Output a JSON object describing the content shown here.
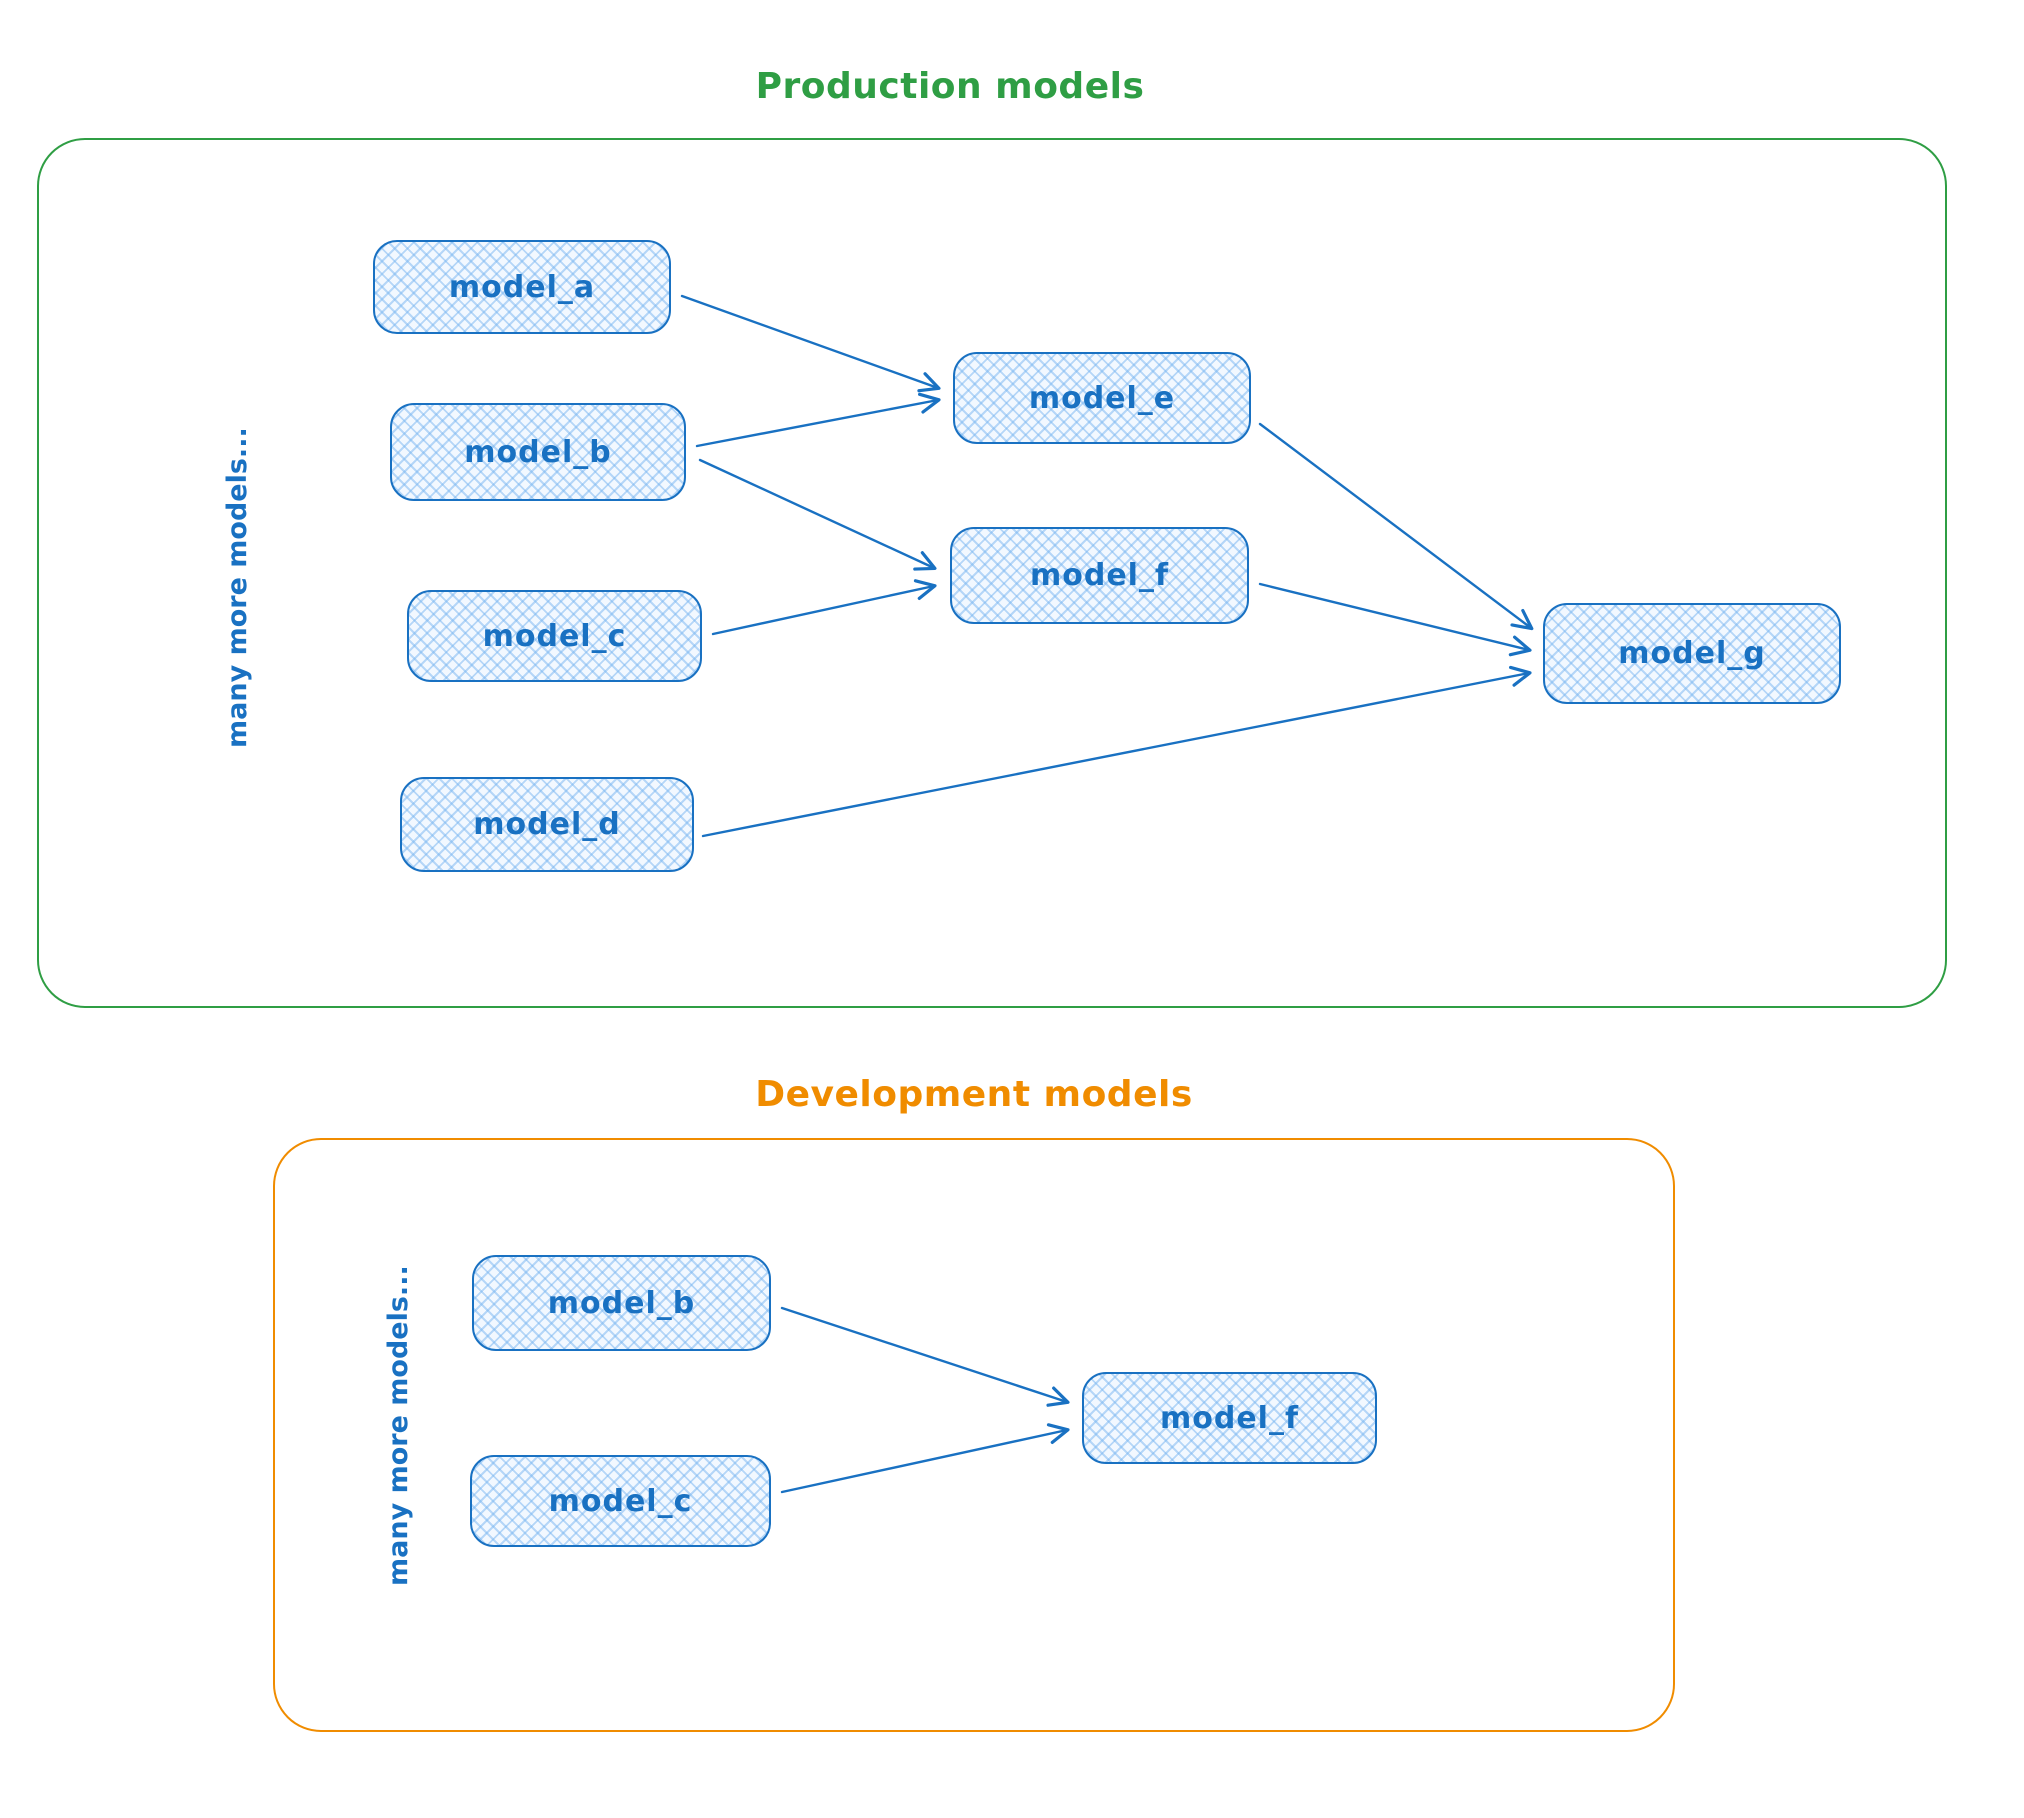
{
  "diagram": {
    "style": {
      "node_stroke_color": "#1971c2",
      "node_fill_color": "#d6e9fb",
      "node_fill_pattern": "cross-hatch",
      "arrow_color": "#1971c2",
      "production_accent_color": "#2f9e44",
      "development_accent_color": "#f08c00",
      "background_color": "#ffffff"
    },
    "sections": [
      {
        "id": "production",
        "title": "Production models",
        "side_label": "many more models...",
        "nodes": [
          {
            "id": "model_a",
            "label": "model_a"
          },
          {
            "id": "model_b",
            "label": "model_b"
          },
          {
            "id": "model_c",
            "label": "model_c"
          },
          {
            "id": "model_d",
            "label": "model_d"
          },
          {
            "id": "model_e",
            "label": "model_e"
          },
          {
            "id": "model_f",
            "label": "model_f"
          },
          {
            "id": "model_g",
            "label": "model_g"
          }
        ],
        "edges": [
          {
            "from": "model_a",
            "to": "model_e"
          },
          {
            "from": "model_b",
            "to": "model_e"
          },
          {
            "from": "model_b",
            "to": "model_f"
          },
          {
            "from": "model_c",
            "to": "model_f"
          },
          {
            "from": "model_e",
            "to": "model_g"
          },
          {
            "from": "model_f",
            "to": "model_g"
          },
          {
            "from": "model_d",
            "to": "model_g"
          }
        ]
      },
      {
        "id": "development",
        "title": "Development models",
        "side_label": "many more models...",
        "nodes": [
          {
            "id": "model_b",
            "label": "model_b"
          },
          {
            "id": "model_c",
            "label": "model_c"
          },
          {
            "id": "model_f",
            "label": "model_f"
          }
        ],
        "edges": [
          {
            "from": "model_b",
            "to": "model_f"
          },
          {
            "from": "model_c",
            "to": "model_f"
          }
        ]
      }
    ]
  }
}
